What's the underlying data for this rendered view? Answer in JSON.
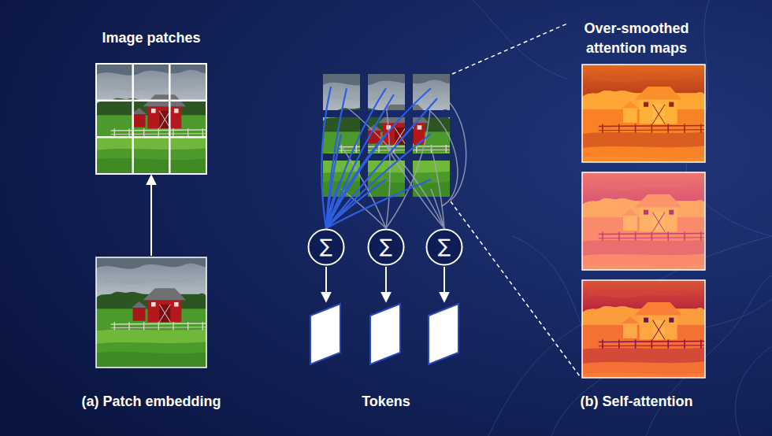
{
  "diagram": {
    "nodes": [
      {
        "text": [
          "∑"
        ]
      },
      {
        "text": [
          "∑"
        ]
      },
      {
        "text": [
          "∑"
        ]
      }
    ],
    "labels": [
      "Image patches",
      "Over-smoothed attention maps",
      "(a) Patch embedding",
      "Tokens",
      "(b) Self-attention"
    ]
  }
}
